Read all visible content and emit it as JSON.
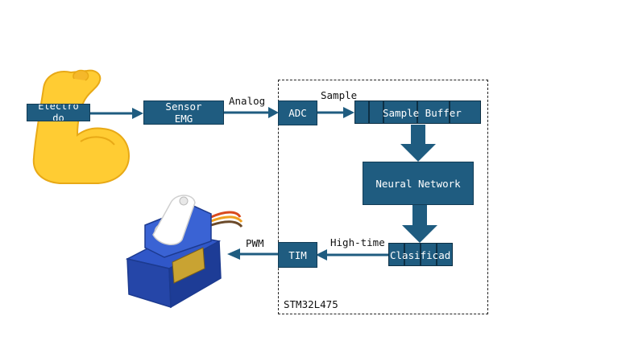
{
  "nodes": {
    "electrodo": "Electro\ndo",
    "sensor": "Sensor\nEMG",
    "adc": "ADC",
    "sample_buffer": "Sample Buffer",
    "neural_network": "Neural Network",
    "clasificador": "Clasificad",
    "tim": "TIM"
  },
  "edges": {
    "analog": "Analog",
    "sample": "Sample",
    "high_time": "High-time",
    "pwm": "PWM"
  },
  "container": {
    "label": "STM32L475"
  },
  "colors": {
    "box": "#1f5c80",
    "border": "#123c56",
    "arrow": "#1f5c80"
  }
}
